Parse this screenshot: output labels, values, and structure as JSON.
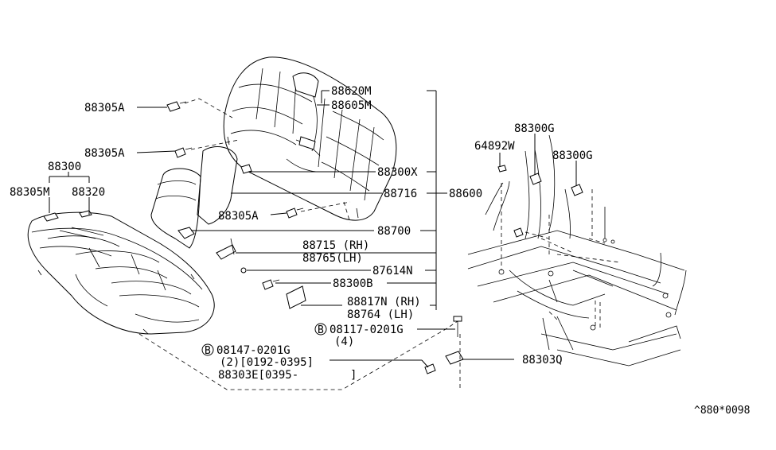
{
  "labels": {
    "p88305A_1": "88305A",
    "p88305A_2": "88305A",
    "p88305A_3": "88305A",
    "p88300": "88300",
    "p88305M": "88305M",
    "p88320": "88320",
    "p88620M": "88620M",
    "p88605M": "88605M",
    "p88300X": "88300X",
    "p88716": "88716",
    "p88600": "88600",
    "p88700": "88700",
    "p88715": "88715 (RH)",
    "p88765": "88765(LH)",
    "p87614N": "87614N",
    "p88300B": "88300B",
    "p88817N": "88817N (RH)",
    "p88764": "88764  (LH)",
    "p08117_b": "B",
    "p08117": "08117-0201G",
    "p08117_qty": "(4)",
    "p08147_b": "B",
    "p08147": "08147-0201G",
    "p08147_qty": "(2)[0192-0395]",
    "p88303E": "88303E[0395-",
    "p88303E_end": "]",
    "p88303Q": "88303Q",
    "p64892W": "64892W",
    "p88300G_1": "88300G",
    "p88300G_2": "88300G",
    "diagram_code": "^880*0098"
  }
}
